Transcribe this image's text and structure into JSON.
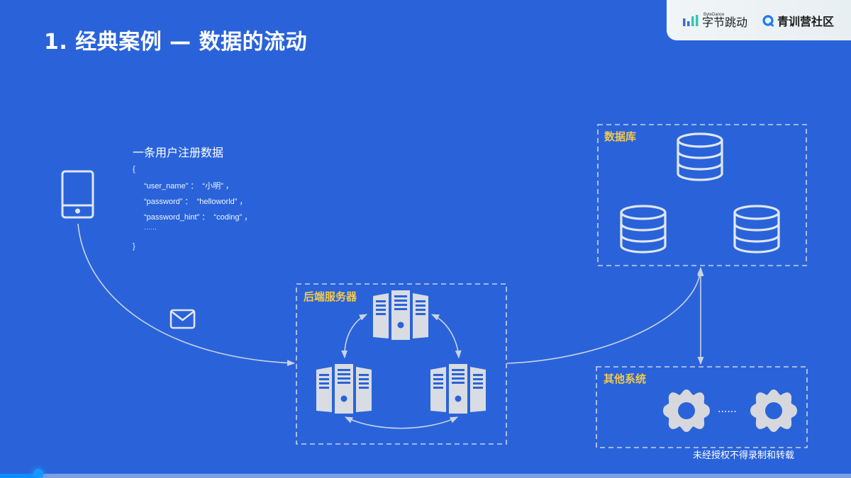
{
  "slide": {
    "title": "1. 经典案例 — 数据的流动",
    "background_color": "#2a63d9",
    "accent_label_color": "#f2c94c"
  },
  "brand": {
    "bytedance_small": "ByteDance",
    "bytedance_name": "字节跳动",
    "community_name": "青训营社区"
  },
  "client": {
    "device_icon": "mobile-phone-icon",
    "message_icon": "envelope-icon"
  },
  "user_data": {
    "title": "一条用户注册数据",
    "open_brace": "{",
    "lines": [
      "“user_name” ：  “小明” ，",
      "“password” ：  “helloworld” ，",
      "“password_hint” ：  “coding” ，",
      "……"
    ],
    "close_brace": "}"
  },
  "backend": {
    "label": "后端服务器",
    "servers": [
      "server-icon",
      "server-icon",
      "server-icon"
    ]
  },
  "database": {
    "label": "数据库",
    "nodes": [
      "database-icon",
      "database-icon",
      "database-icon"
    ]
  },
  "other_systems": {
    "label": "其他系统",
    "ellipsis": "......",
    "nodes": [
      "gear-icon",
      "gear-icon"
    ]
  },
  "watermark": "未经授权不得录制和转载",
  "playback": {
    "progress_percent": 4.5
  }
}
